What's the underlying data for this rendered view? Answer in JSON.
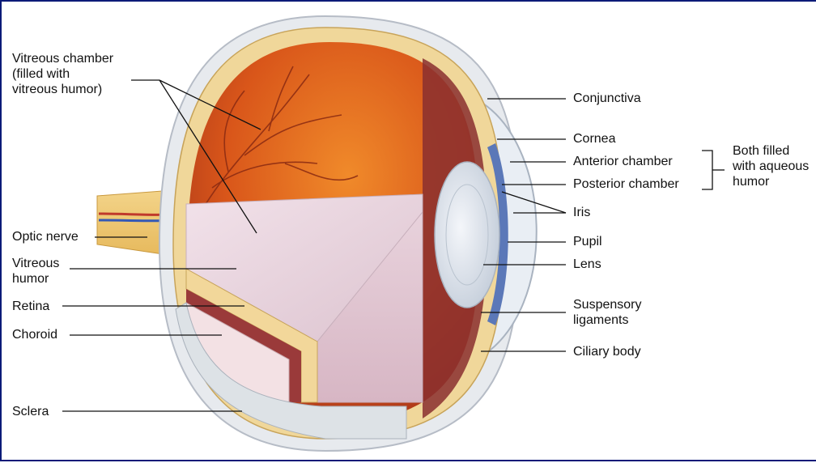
{
  "labels": {
    "vitreous_chamber": "Vitreous chamber\n(filled with\nvitreous humor)",
    "optic_nerve": "Optic nerve",
    "vitreous_humor": "Vitreous\nhumor",
    "retina": "Retina",
    "choroid": "Choroid",
    "sclera": "Sclera",
    "conjunctiva": "Conjunctiva",
    "cornea": "Cornea",
    "anterior_chamber": "Anterior chamber",
    "posterior_chamber": "Posterior chamber",
    "both_filled": "Both filled\nwith aqueous\nhumor",
    "iris": "Iris",
    "pupil": "Pupil",
    "lens": "Lens",
    "suspensory_ligaments": "Suspensory\nligaments",
    "ciliary_body": "Ciliary body"
  },
  "colors": {
    "frame_border": "#0a1a78",
    "chamber_interior": "#e0601a",
    "retina_layer": "#f0d79a",
    "choroid_layer": "#8a2f2f",
    "sclera": "#e3e6ea",
    "vitreous_block": "#ead6e0",
    "lens": "#d9e0e8",
    "iris": "#5b78b8",
    "leader_lines": "#111111"
  }
}
